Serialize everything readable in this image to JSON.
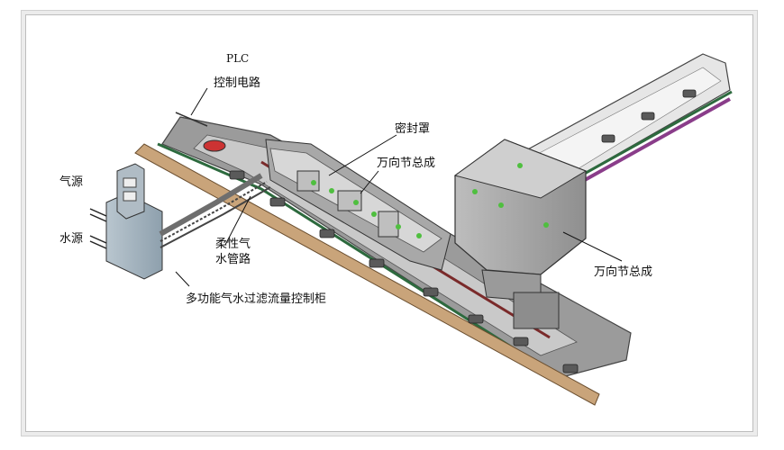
{
  "labels": {
    "plc": "PLC",
    "control_circuit": "控制电路",
    "seal_cover": "密封罩",
    "universal_joint_top": "万向节总成",
    "universal_joint_right": "万向节总成",
    "air_source": "气源",
    "water_source": "水源",
    "flex_pipe_line1": "柔性气",
    "flex_pipe_line2": "水管路",
    "control_cabinet": "多功能气水过滤流量控制柜"
  }
}
